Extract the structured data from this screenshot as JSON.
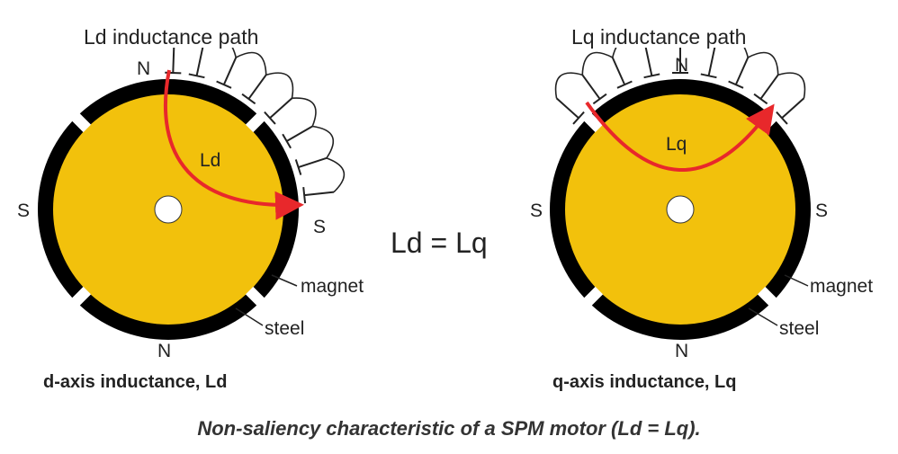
{
  "left": {
    "path_title": "Ld inductance path",
    "pole_top": "N",
    "pole_bottom": "N",
    "pole_left": "S",
    "pole_right": "S",
    "inductance": "Ld",
    "magnet": "magnet",
    "steel": "steel",
    "caption": "d-axis inductance, Ld"
  },
  "right": {
    "path_title": "Lq inductance path",
    "pole_top": "N",
    "pole_bottom": "N",
    "pole_left": "S",
    "pole_right": "S",
    "inductance": "Lq",
    "magnet": "magnet",
    "steel": "steel",
    "caption": "q-axis inductance, Lq"
  },
  "equation": "Ld = Lq",
  "figure_caption": "Non-saliency characteristic of a SPM motor (Ld = Lq).",
  "colors": {
    "steel": "#f2c10c",
    "magnet": "#000000",
    "flux_path": "#e8282b"
  }
}
